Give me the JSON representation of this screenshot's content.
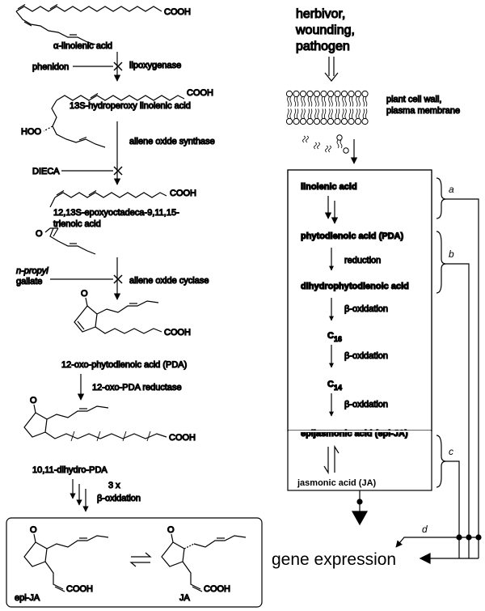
{
  "left_pathway": {
    "alpha_linolenic": "α-linolenic acid",
    "lipoxygenase": "lipoxygenase",
    "phenidon": "phenidon",
    "hydroperoxy": "13S-hydroperoxy linolenic acid",
    "hoo": "HOO",
    "allene_oxide_synthase": "allene oxide synthase",
    "dieca": "DIECA",
    "epoxy_line1": "12,13S-epoxyoctadeca-9,11,15-",
    "epoxy_line2": "trienoic acid",
    "epoxide_o": "O",
    "npropyl_line1": "n-propyl",
    "npropyl_line2": "gallate",
    "allene_oxide_cyclase": "allene oxide cyclase",
    "opda": "12-oxo-phytodienoic acid (PDA)",
    "opda_reductase": "12-oxo-PDA reductase",
    "dihydro_pda": "10,11-dihydro-PDA",
    "times3": "3 x",
    "beta_ox_3x": "β-oxidation",
    "cooh": "COOH",
    "keto_o": "O",
    "epi_ja": "epi-JA",
    "ja": "JA"
  },
  "right_pathway": {
    "stimulus_line1": "herbivor,",
    "stimulus_line2": "wounding,",
    "stimulus_line3": "pathogen",
    "membrane_line1": "plant cell wall,",
    "membrane_line2": "plasma membrane",
    "linolenic": "linolenic acid",
    "pda": "phytodienoic acid (PDA)",
    "reduction": "reduction",
    "dihydro": "dihydrophytodienoic acid",
    "beta1": "β-oxidation",
    "c16": "C",
    "c16_sub": "16",
    "beta2": "β-oxidation",
    "c14": "C",
    "c14_sub": "14",
    "beta3": "β-oxidation",
    "epijasmonic": "epijasmonic acid (epi-JA)",
    "jasmonic": "jasmonic acid (JA)",
    "label_a": "a",
    "label_b": "b",
    "label_c": "c",
    "label_d": "d",
    "gene_expression": "gene expression"
  }
}
